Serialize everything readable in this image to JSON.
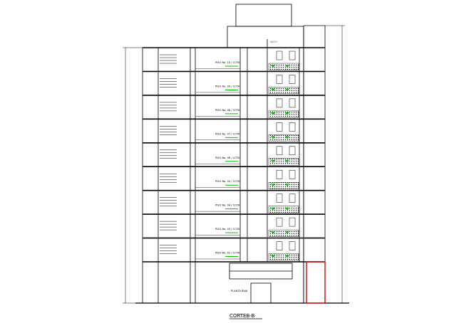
{
  "drawing": {
    "title": "CORTEB-B",
    "floor_count": 9,
    "floor_labels": [
      "PISO No. 10 / COTA",
      "PISO No. 09 / COTA",
      "PISO No. 08 / COTA",
      "PISO No. 07 / COTA",
      "PISO No. 06 / COTA",
      "PISO No. 05 / COTA",
      "PISO No. 04 / COTA",
      "PISO No. 03 / COTA",
      "PISO No. 02 / COTA"
    ],
    "roof_label": "VACIO",
    "ground_label": "PLANTA BAJA"
  },
  "colors": {
    "line": "#000000",
    "accent_green": "#00c000",
    "accent_red": "#e00000"
  }
}
